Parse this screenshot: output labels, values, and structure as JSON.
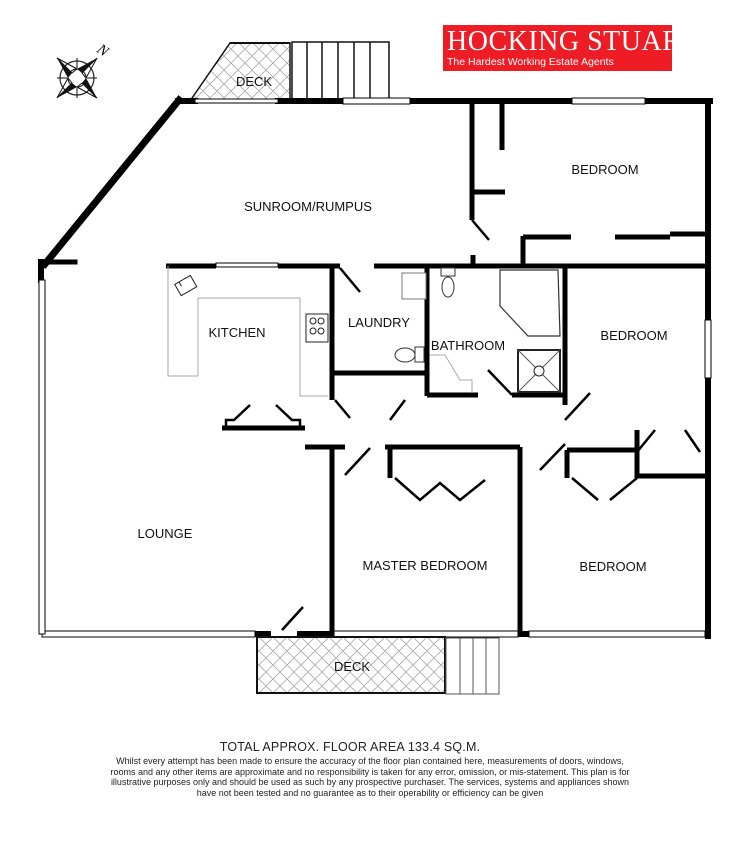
{
  "brand": {
    "name": "Hocking Stuart",
    "name_display": "HOCKING STUART",
    "tagline": "The Hardest Working Estate Agents",
    "color": "#ee1c25"
  },
  "compass": {
    "icon": "compass-rose-icon",
    "north_label": "N"
  },
  "rooms": {
    "deck_top": "DECK",
    "sunroom": "SUNROOM/RUMPUS",
    "bedroom_top": "BEDROOM",
    "kitchen": "KITCHEN",
    "laundry": "LAUNDRY",
    "bathroom": "BATHROOM",
    "bedroom_right": "BEDROOM",
    "lounge": "LOUNGE",
    "master_bedroom": "MASTER BEDROOM",
    "bedroom_bottom": "BEDROOM",
    "deck_bottom": "DECK"
  },
  "footer": {
    "total_area": "TOTAL APPROX. FLOOR AREA 133.4 SQ.M.",
    "disclaimer": "Whilst every attempt has been made to ensure the accuracy of the floor plan contained here, measurements of doors, windows, rooms and any other items are approximate and no responsibility is taken for any error, omission, or mis-statement. This plan is for illustrative purposes only and should be used as such by any prospective purchaser. The services, systems and appliances shown have not been tested and no guarantee as to their operability or efficiency can be given"
  }
}
